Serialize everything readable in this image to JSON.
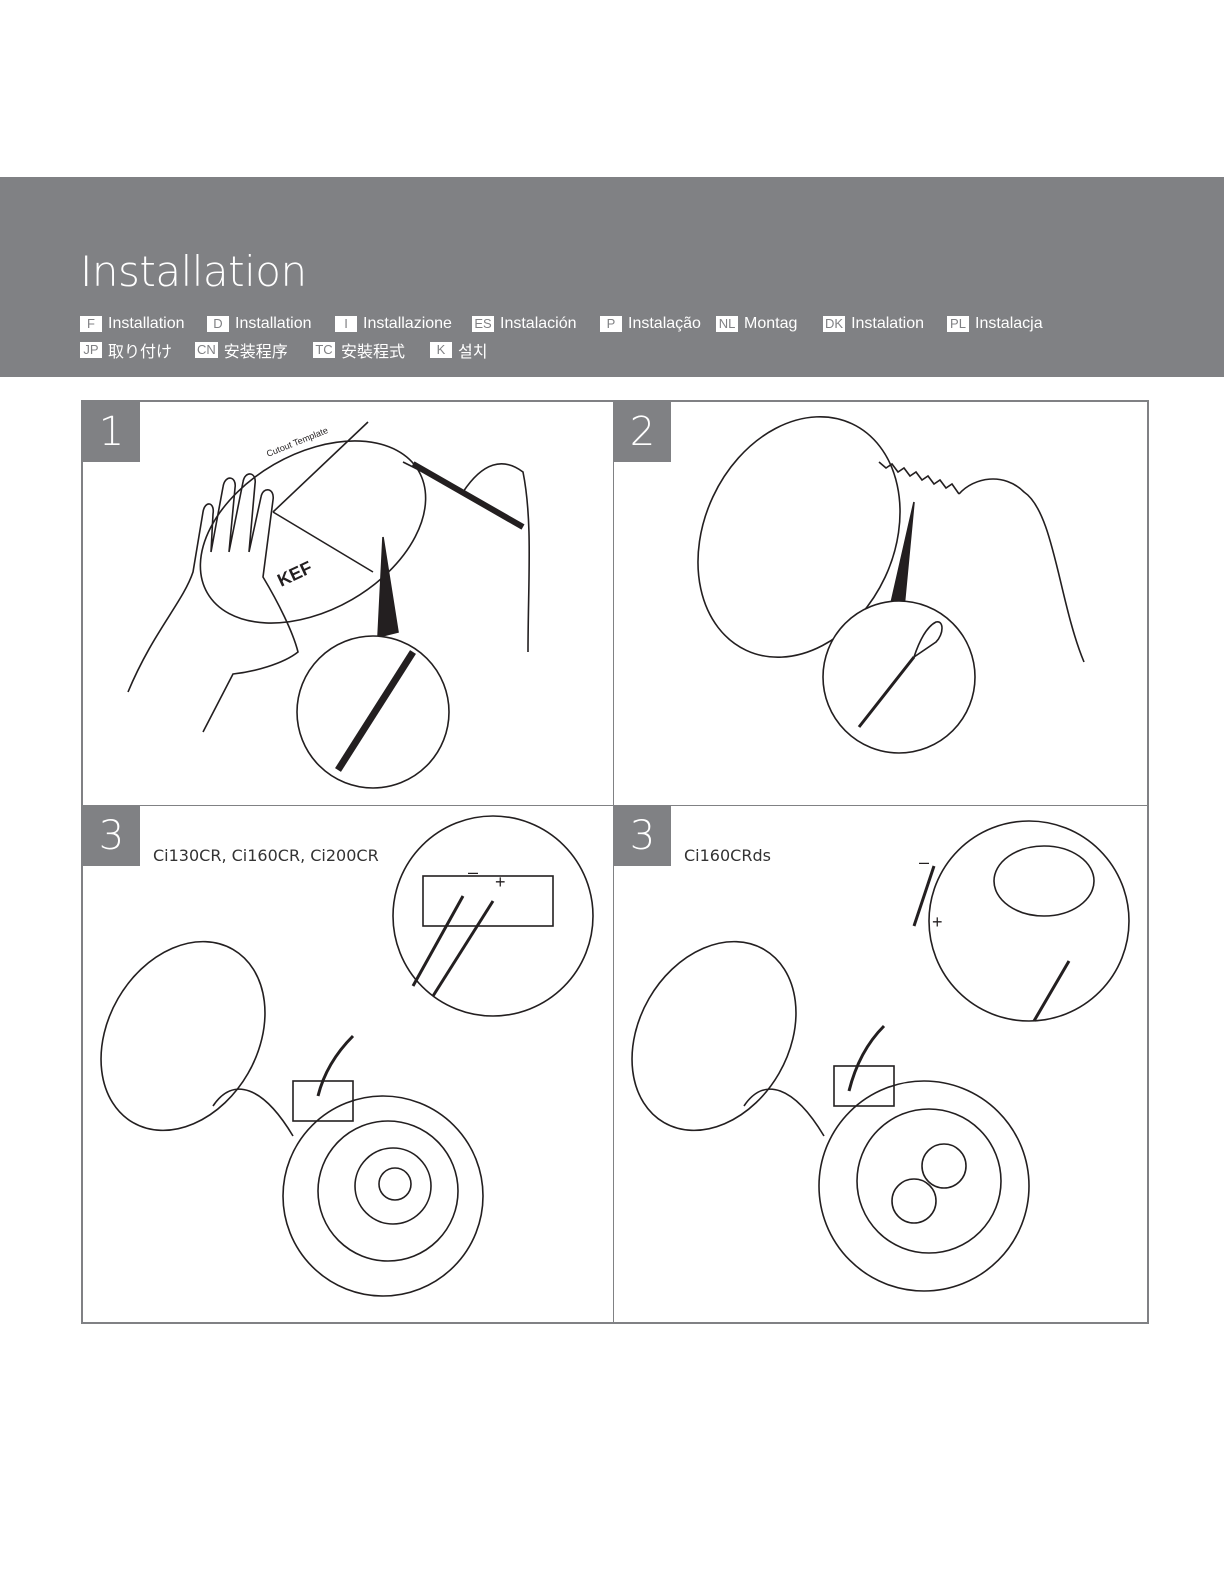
{
  "header": {
    "title": "Installation",
    "languages": [
      {
        "code": "F",
        "name": "Installation"
      },
      {
        "code": "D",
        "name": "Installation"
      },
      {
        "code": "I",
        "name": "Installazione"
      },
      {
        "code": "ES",
        "name": "Instalación"
      },
      {
        "code": "P",
        "name": "Instalação"
      },
      {
        "code": "NL",
        "name": "Montag"
      },
      {
        "code": "DK",
        "name": "Instalation"
      },
      {
        "code": "PL",
        "name": "Instalacja"
      },
      {
        "code": "JP",
        "name": "取り付け"
      },
      {
        "code": "CN",
        "name": "安装程序"
      },
      {
        "code": "TC",
        "name": "安裝程式"
      },
      {
        "code": "K",
        "name": "설치"
      }
    ]
  },
  "steps": [
    {
      "number": "1",
      "template_brand": "KEF",
      "template_title": "Cutout Template"
    },
    {
      "number": "2"
    },
    {
      "number": "3",
      "models": "Ci130CR, Ci160CR, Ci200CR",
      "minus": "–",
      "plus": "+"
    },
    {
      "number": "3",
      "models": "Ci160CRds",
      "minus": "–",
      "plus": "+"
    }
  ],
  "colors": {
    "banner": "#808184",
    "line": "#231f20",
    "frame": "#808184"
  }
}
